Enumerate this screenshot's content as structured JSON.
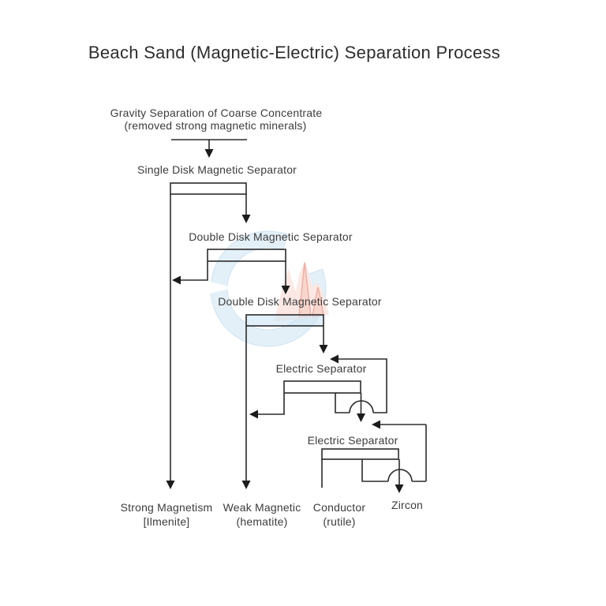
{
  "title": "Beach Sand (Magnetic-Electric) Separation Process",
  "nodes": {
    "gravity_line1": "Gravity Separation of Coarse Concentrate",
    "gravity_line2": "(removed strong magnetic minerals)",
    "single_disk": "Single Disk Magnetic Separator",
    "double_disk_1": "Double Disk Magnetic Separator",
    "double_disk_2": "Double Disk Magnetic Separator",
    "electric_1": "Electric Separator",
    "electric_2": "Electric Separator"
  },
  "outputs": {
    "strong_line1": "Strong Magnetism",
    "strong_line2": "[Ilmenite]",
    "weak_line1": "Weak Magnetic",
    "weak_line2": "(hematite)",
    "conductor_line1": "Conductor",
    "conductor_line2": "(rutile)",
    "zircon": "Zircon"
  },
  "edges": [
    {
      "from": "gravity-separation",
      "to": "single-disk-magnetic-separator"
    },
    {
      "from": "single-disk-magnetic-separator",
      "to": "strong-magnetism-ilmenite"
    },
    {
      "from": "single-disk-magnetic-separator",
      "to": "double-disk-magnetic-separator-1"
    },
    {
      "from": "double-disk-magnetic-separator-1",
      "to": "strong-magnetism-ilmenite"
    },
    {
      "from": "double-disk-magnetic-separator-1",
      "to": "double-disk-magnetic-separator-2"
    },
    {
      "from": "double-disk-magnetic-separator-2",
      "to": "weak-magnetic-hematite"
    },
    {
      "from": "double-disk-magnetic-separator-2",
      "to": "electric-separator-1"
    },
    {
      "from": "electric-separator-1",
      "to": "weak-magnetic-hematite"
    },
    {
      "from": "electric-separator-1",
      "to": "electric-separator-1",
      "note": "middlings recirculation"
    },
    {
      "from": "electric-separator-1",
      "to": "electric-separator-2"
    },
    {
      "from": "electric-separator-2",
      "to": "conductor-rutile"
    },
    {
      "from": "electric-separator-2",
      "to": "electric-separator-2",
      "note": "middlings recirculation"
    },
    {
      "from": "electric-separator-2",
      "to": "zircon"
    }
  ],
  "colors": {
    "line": "#2b2b2b",
    "text": "#3c3c3c",
    "box_highlight_fill": "#d9eaf6",
    "watermark_blue": "#cfe4f3",
    "watermark_blue_edge": "#a9cce4",
    "watermark_pink": "#f8d7ce",
    "watermark_flame_fill": "#f3b5a7",
    "watermark_flame_edge": "#dc7061"
  },
  "watermark": {
    "name": "crescent-and-flames-logo"
  }
}
